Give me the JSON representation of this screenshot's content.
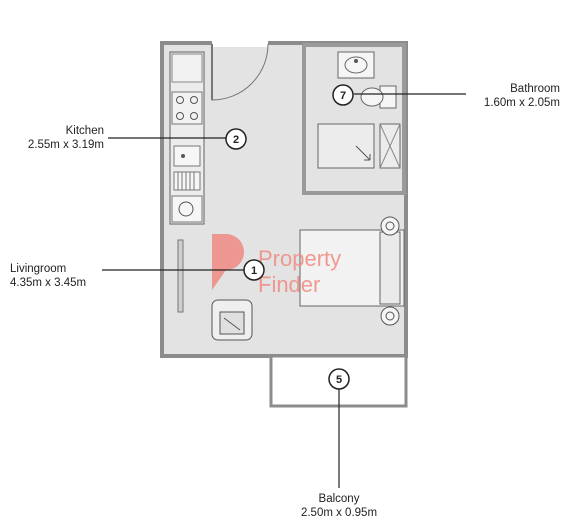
{
  "rooms": [
    {
      "id": "kitchen",
      "number": "2",
      "name": "Kitchen",
      "size": "2.55m x 3.19m"
    },
    {
      "id": "bathroom",
      "number": "7",
      "name": "Bathroom",
      "size": "1.60m x 2.05m"
    },
    {
      "id": "livingroom",
      "number": "1",
      "name": "Livingroom",
      "size": "4.35m x 3.45m"
    },
    {
      "id": "balcony",
      "number": "5",
      "name": "Balcony",
      "size": "2.50m x 0.95m"
    }
  ],
  "watermark": {
    "line1": "Property",
    "line2": "Finder",
    "color": "#ef8a82"
  },
  "colors": {
    "floor": "#e3e3e3",
    "wall": "#9a9a9a",
    "line": "#555555",
    "marker_stroke": "#222222"
  }
}
